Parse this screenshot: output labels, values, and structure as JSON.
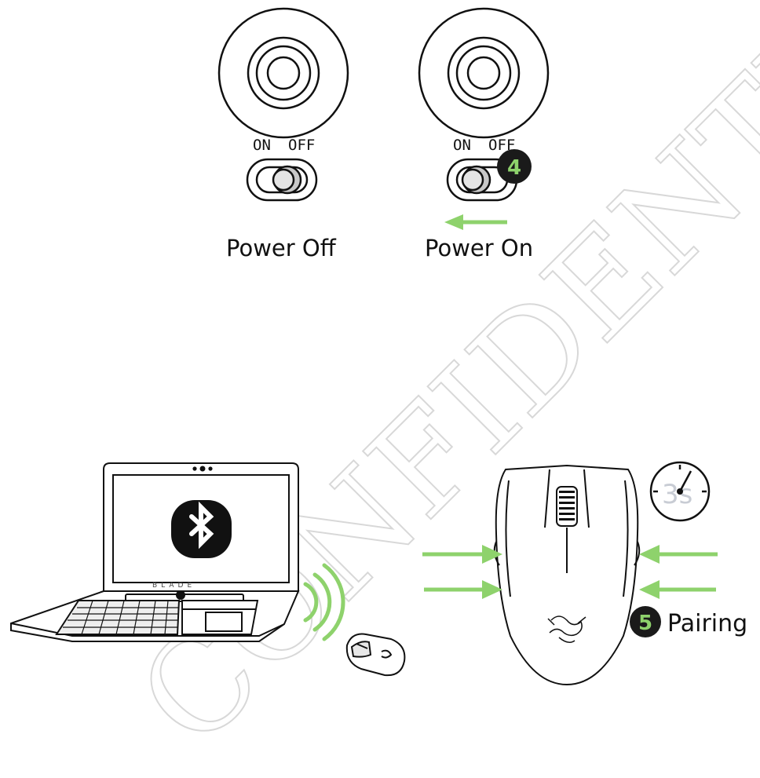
{
  "power_off": {
    "on_label": "ON",
    "off_label": "OFF",
    "caption": "Power Off"
  },
  "power_on": {
    "on_label": "ON",
    "off_label": "OFF",
    "caption": "Power On",
    "step": "4"
  },
  "laptop": {
    "brand": "BLADE",
    "screen_icon": "bluetooth-icon"
  },
  "pairing": {
    "step": "5",
    "label": "Pairing",
    "timer": "3s"
  },
  "watermark": "CONFIDENTIAL",
  "colors": {
    "accent_green": "#8ed26c",
    "badge_dark": "#1a1a1a",
    "line": "#111111",
    "watermark_gray": "#d8d8d8"
  }
}
